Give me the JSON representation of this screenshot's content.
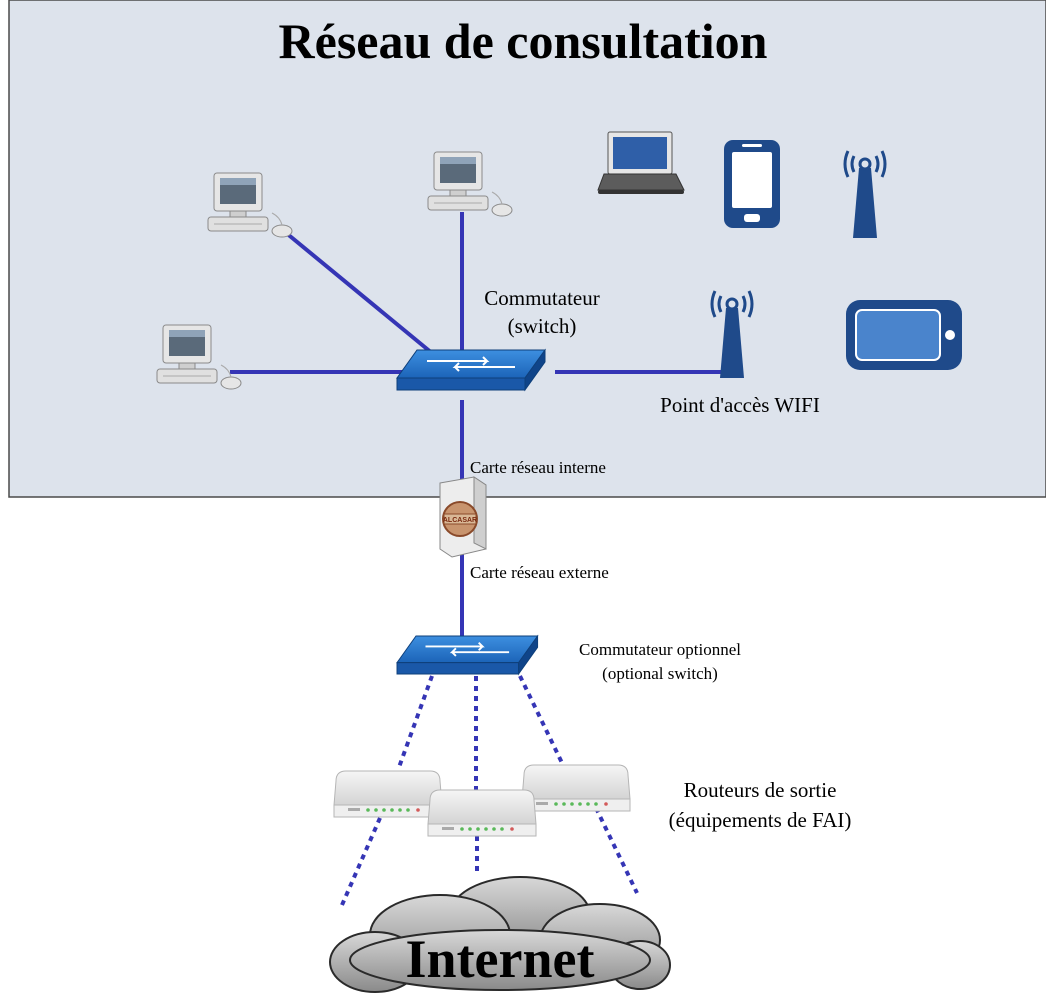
{
  "diagram": {
    "title": "Réseau de consultation",
    "labels": {
      "switch_line1": "Commutateur",
      "switch_line2": "(switch)",
      "wifi_ap": "Point d'accès WIFI",
      "internal_nic": "Carte réseau interne",
      "external_nic": "Carte réseau externe",
      "optional_switch_line1": "Commutateur optionnel",
      "optional_switch_line2": "(optional switch)",
      "routers_line1": "Routeurs de sortie",
      "routers_line2": "(équipements de FAI)",
      "internet": "Internet",
      "alcasar_badge": "ALCASAR"
    },
    "icons": [
      "desktop-computer-icon",
      "laptop-icon",
      "smartphone-icon",
      "wifi-antenna-icon",
      "tablet-icon",
      "network-switch-icon",
      "server-icon",
      "router-icon",
      "cloud-icon"
    ],
    "colors": {
      "panel_bg": "#dde3ec",
      "link_blue": "#3535b5",
      "switch_blue": "#1d6fc4",
      "device_navy": "#1f4a8a"
    }
  }
}
